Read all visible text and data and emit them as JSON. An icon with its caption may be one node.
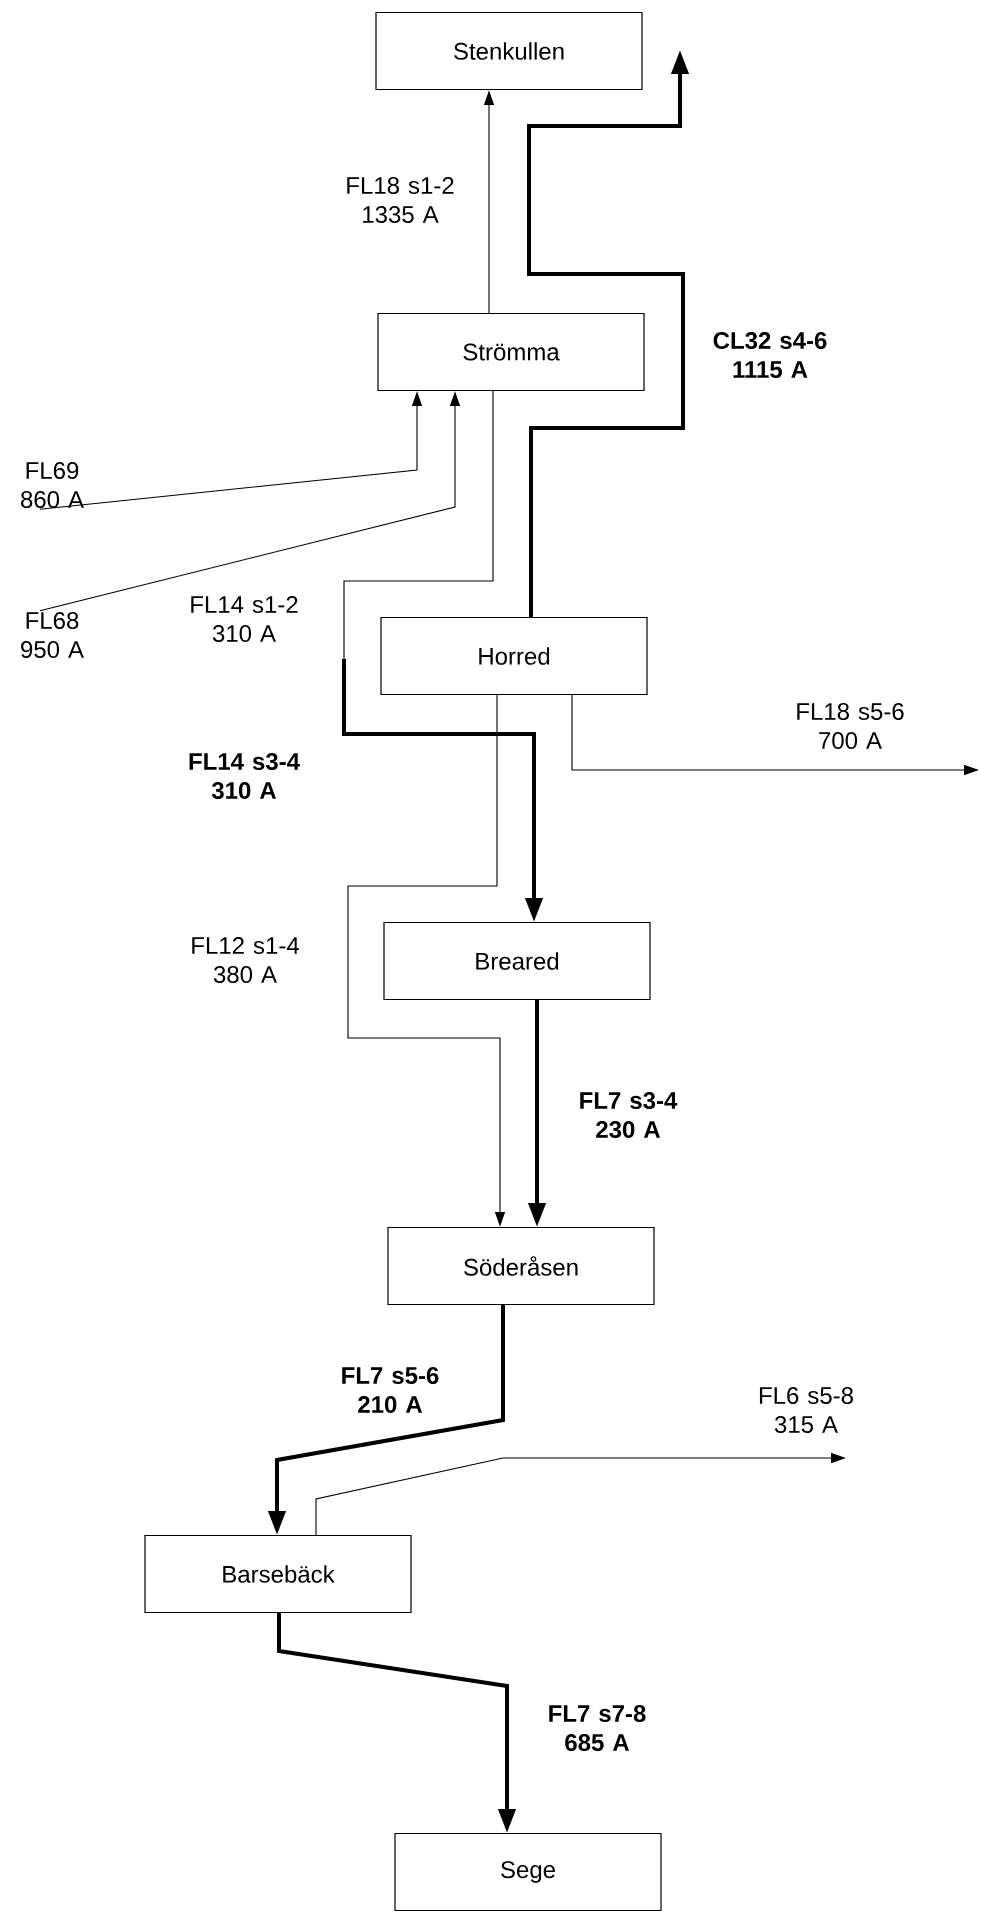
{
  "diagram": {
    "nodes": [
      {
        "text": [
          "Stenkullen"
        ]
      },
      {
        "text": [
          "Strömma"
        ]
      },
      {
        "text": [
          "Horred"
        ]
      },
      {
        "text": [
          "Breared"
        ]
      },
      {
        "text": [
          "Söderåsen"
        ]
      },
      {
        "text": [
          "Barsebäck"
        ]
      },
      {
        "text": [
          "Sege"
        ]
      },
      {
        "text": [
          "FL69 860 A"
        ]
      },
      {
        "text": [
          "FL68 950 A"
        ]
      }
    ],
    "edges": [
      {
        "from": 1,
        "to": 0,
        "arrow": "to",
        "label": "FL18 s1-2 1335 A"
      },
      {
        "from": 2,
        "to": null,
        "arrow": "to",
        "label": "CL32 s4-6 1115 A",
        "style": "thick"
      },
      {
        "from": 7,
        "to": 1,
        "arrow": "to"
      },
      {
        "from": 8,
        "to": 1,
        "arrow": "to"
      },
      {
        "from": 1,
        "to": null,
        "arrow": "none",
        "label": "FL14 s1-2 310 A"
      },
      {
        "from": null,
        "to": 3,
        "arrow": "to",
        "label": "FL14 s3-4 310 A",
        "style": "thick"
      },
      {
        "from": 2,
        "to": 4,
        "arrow": "to",
        "label": "FL12 s1-4 380 A"
      },
      {
        "from": 2,
        "to": null,
        "arrow": "to",
        "label": "FL18 s5-6 700 A"
      },
      {
        "from": 3,
        "to": 4,
        "arrow": "to",
        "label": "FL7 s3-4 230 A",
        "style": "thick"
      },
      {
        "from": 4,
        "to": 5,
        "arrow": "to",
        "label": "FL7 s5-6 210 A",
        "style": "thick"
      },
      {
        "from": 5,
        "to": null,
        "arrow": "to",
        "label": "FL6 s5-8 315 A"
      },
      {
        "from": 5,
        "to": 6,
        "arrow": "to",
        "label": "FL7 s7-8 685 A",
        "style": "thick"
      }
    ]
  }
}
